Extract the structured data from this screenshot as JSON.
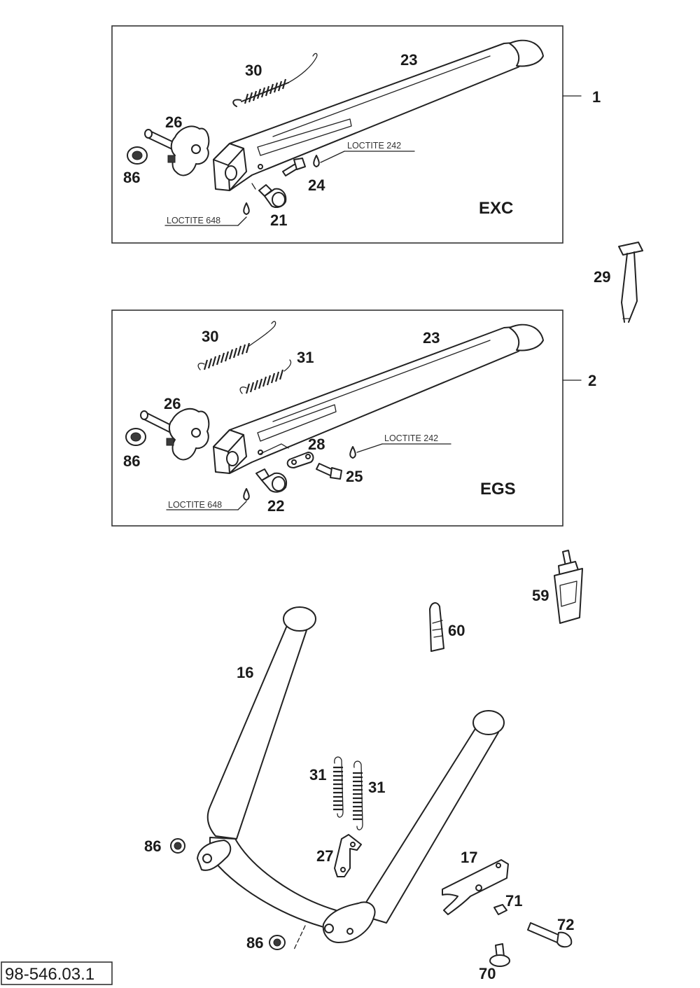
{
  "diagram": {
    "code": "98-546.03.1",
    "panels": [
      {
        "variant": "EXC",
        "assembly_number": "1",
        "labels": {
          "spring": "30",
          "stand": "23",
          "pivot": "26",
          "nut": "86",
          "screw": "24",
          "stop": "21"
        },
        "loctite_a": "LOCTITE 242",
        "loctite_b": "LOCTITE 648"
      },
      {
        "variant": "EGS",
        "assembly_number": "2",
        "labels": {
          "spring_a": "30",
          "spring_b": "31",
          "stand": "23",
          "pivot": "26",
          "nut": "86",
          "plate": "28",
          "screw": "25",
          "stop": "22"
        },
        "loctite_a": "LOCTITE 242",
        "loctite_b": "LOCTITE 648"
      }
    ],
    "loose_parts": {
      "tool": "29",
      "bottle": "59",
      "tube": "60",
      "center_stand": "16",
      "spring_left": "31",
      "spring_right": "31",
      "bracket": "27",
      "nut_upper": "86",
      "nut_lower": "86",
      "fork": "17",
      "small_nut": "71",
      "bolt": "72",
      "stop_pin": "70"
    }
  }
}
